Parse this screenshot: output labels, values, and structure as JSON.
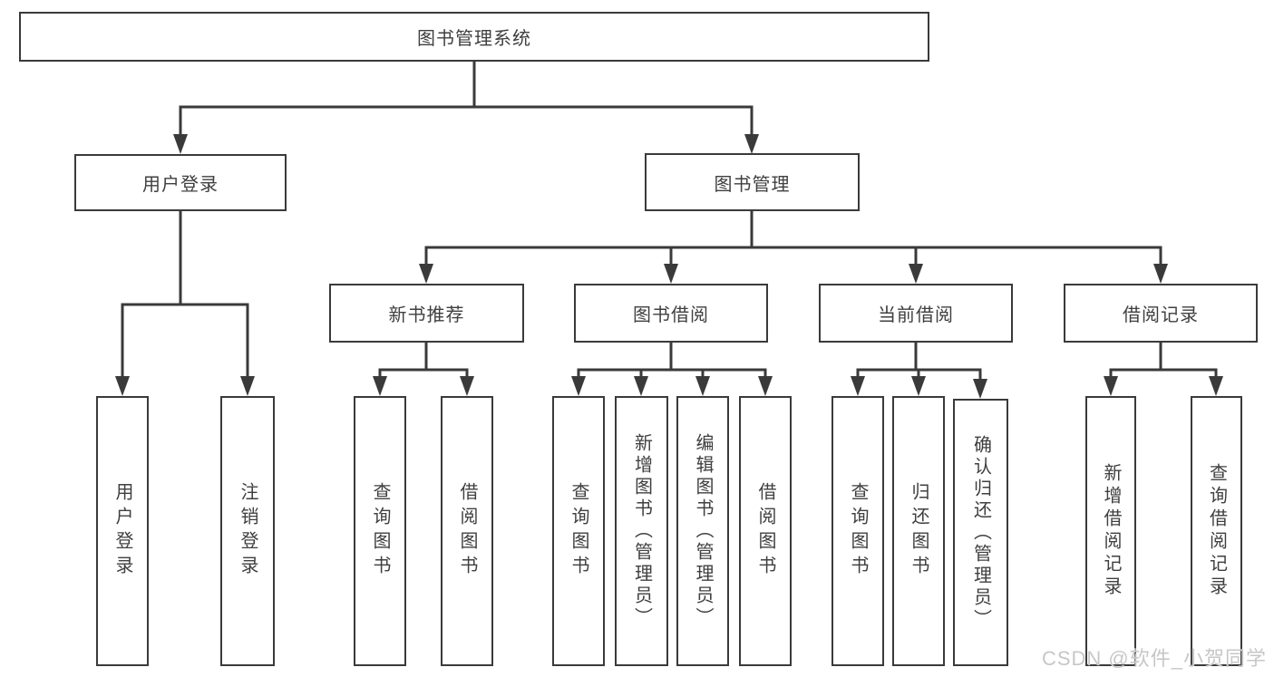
{
  "tree": {
    "label": "图书管理系统",
    "children": [
      {
        "label": "用户登录",
        "children": [
          {
            "label": "用户登录"
          },
          {
            "label": "注销登录"
          }
        ]
      },
      {
        "label": "图书管理",
        "children": [
          {
            "label": "新书推荐",
            "children": [
              {
                "label": "查询图书"
              },
              {
                "label": "借阅图书"
              }
            ]
          },
          {
            "label": "图书借阅",
            "children": [
              {
                "label": "查询图书"
              },
              {
                "label": "新增图书（管理员）"
              },
              {
                "label": "编辑图书（管理员）"
              },
              {
                "label": "借阅图书"
              }
            ]
          },
          {
            "label": "当前借阅",
            "children": [
              {
                "label": "查询图书"
              },
              {
                "label": "归还图书"
              },
              {
                "label": "确认归还（管理员）"
              }
            ]
          },
          {
            "label": "借阅记录",
            "children": [
              {
                "label": "新增借阅记录"
              },
              {
                "label": "查询借阅记录"
              }
            ]
          }
        ]
      }
    ]
  },
  "watermark": {
    "text": "CSDN @软件_小贺同学"
  },
  "colors": {
    "line": "#3a3a3a",
    "box_border": "#3a3a3a",
    "text": "#3f3f3f",
    "watermark": "#c7c7c7",
    "background": "#ffffff"
  }
}
